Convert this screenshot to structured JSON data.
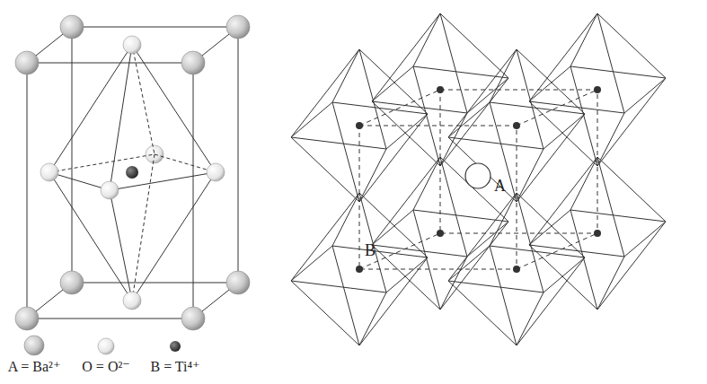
{
  "diagram": {
    "labels": [
      "A",
      "B"
    ],
    "legend": [
      {
        "text": "A = Ba²⁺"
      },
      {
        "text": "O = O²⁻"
      },
      {
        "text": "B = Ti⁴⁺"
      }
    ]
  }
}
